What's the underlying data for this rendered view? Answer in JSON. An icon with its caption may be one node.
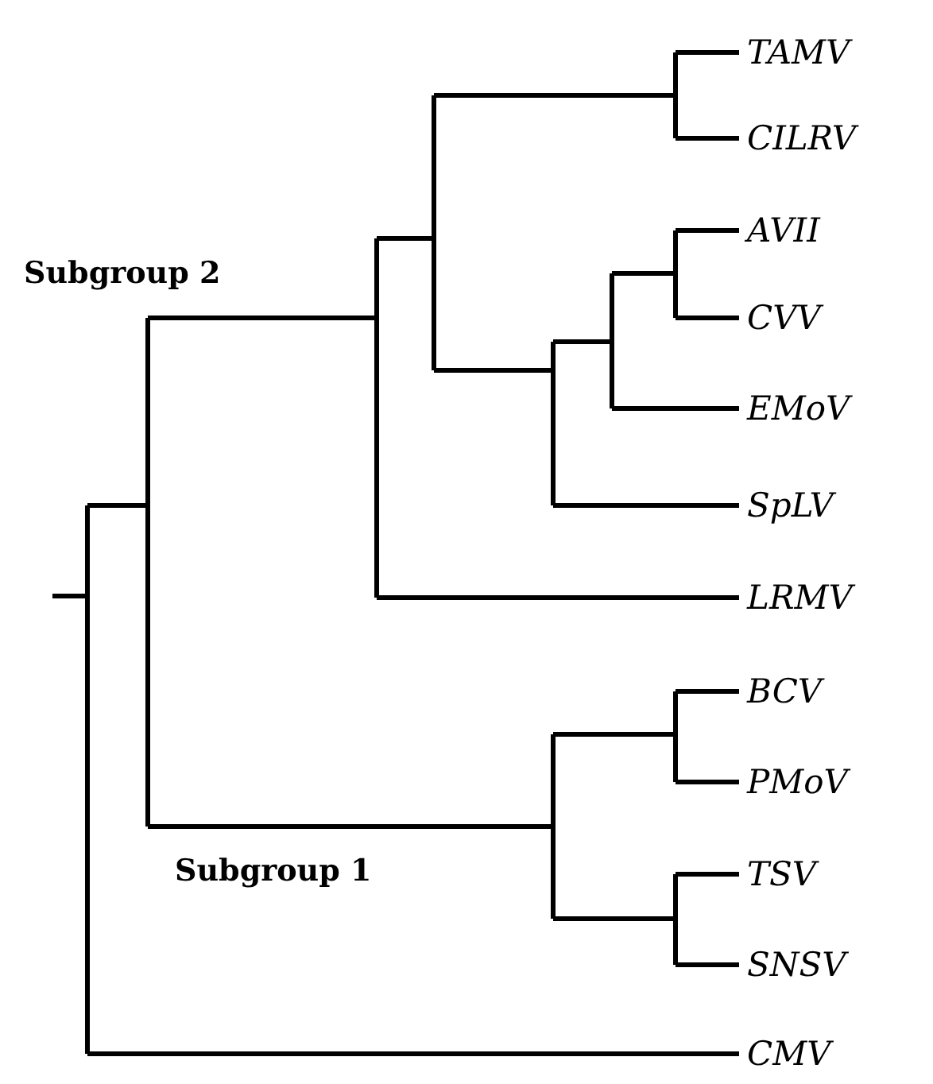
{
  "diagram": {
    "labels": [
      "TAMV",
      "CILRV",
      "AVII",
      "Subgroup 2",
      "CVV",
      "EMoV",
      "SpLV",
      "LRMV",
      "BCV",
      "PMoV",
      "Subgroup 1",
      "TSV",
      "SNSV",
      "CMV"
    ]
  }
}
